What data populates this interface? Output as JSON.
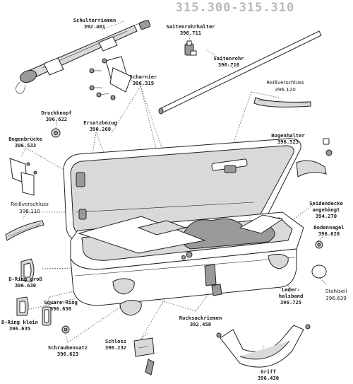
{
  "title": "315.300-315.310",
  "labels": [
    {
      "id": "schulterriemen",
      "name": "Schulterriemen",
      "code": "392.401"
    },
    {
      "id": "saitenrohrhalter",
      "name": "Saitenrohrhalter",
      "code": "396.711"
    },
    {
      "id": "saitenrohr",
      "name": "Saitenrohr",
      "code": "396.710"
    },
    {
      "id": "scharnier",
      "name": "Scharnier",
      "code": "396.319"
    },
    {
      "id": "reissverschluss-top",
      "name": "Reißverschluss",
      "code": "396.120"
    },
    {
      "id": "druckknopf",
      "name": "Druckknopf",
      "code": "396.622"
    },
    {
      "id": "ersatzbezug",
      "name": "Ersatzbezug",
      "code": "390.268"
    },
    {
      "id": "bogenhalter",
      "name": "Bogenhalter",
      "code": "396.523"
    },
    {
      "id": "bogenbruecke",
      "name": "Bogenbrücke",
      "code": "396.533"
    },
    {
      "id": "reissverschluss-left",
      "name": "Reißverschluss",
      "code": "396.110"
    },
    {
      "id": "seidendecke",
      "name": "Seidendecke\nangehängt",
      "code": "394.270"
    },
    {
      "id": "bodennagel",
      "name": "Bodennagel",
      "code": "396.620"
    },
    {
      "id": "dring-gross",
      "name": "D-Ring groß",
      "code": "396.630"
    },
    {
      "id": "square-ring",
      "name": "Square-Ring",
      "code": "396.638"
    },
    {
      "id": "dring-klein",
      "name": "D-Ring klein",
      "code": "396.635"
    },
    {
      "id": "schraubensatz",
      "name": "Schraubensatz",
      "code": "396.623"
    },
    {
      "id": "lederhalsband",
      "name": "Leder-\nhalsband",
      "code": "396.725"
    },
    {
      "id": "stahlseil",
      "name": "Stahlseil",
      "code": "396.639"
    },
    {
      "id": "rucksackriemen",
      "name": "Rucksackriemen",
      "code": "392.450"
    },
    {
      "id": "schloss",
      "name": "Schloss",
      "code": "396.232"
    },
    {
      "id": "griff",
      "name": "Griff",
      "code": "396.430"
    }
  ]
}
